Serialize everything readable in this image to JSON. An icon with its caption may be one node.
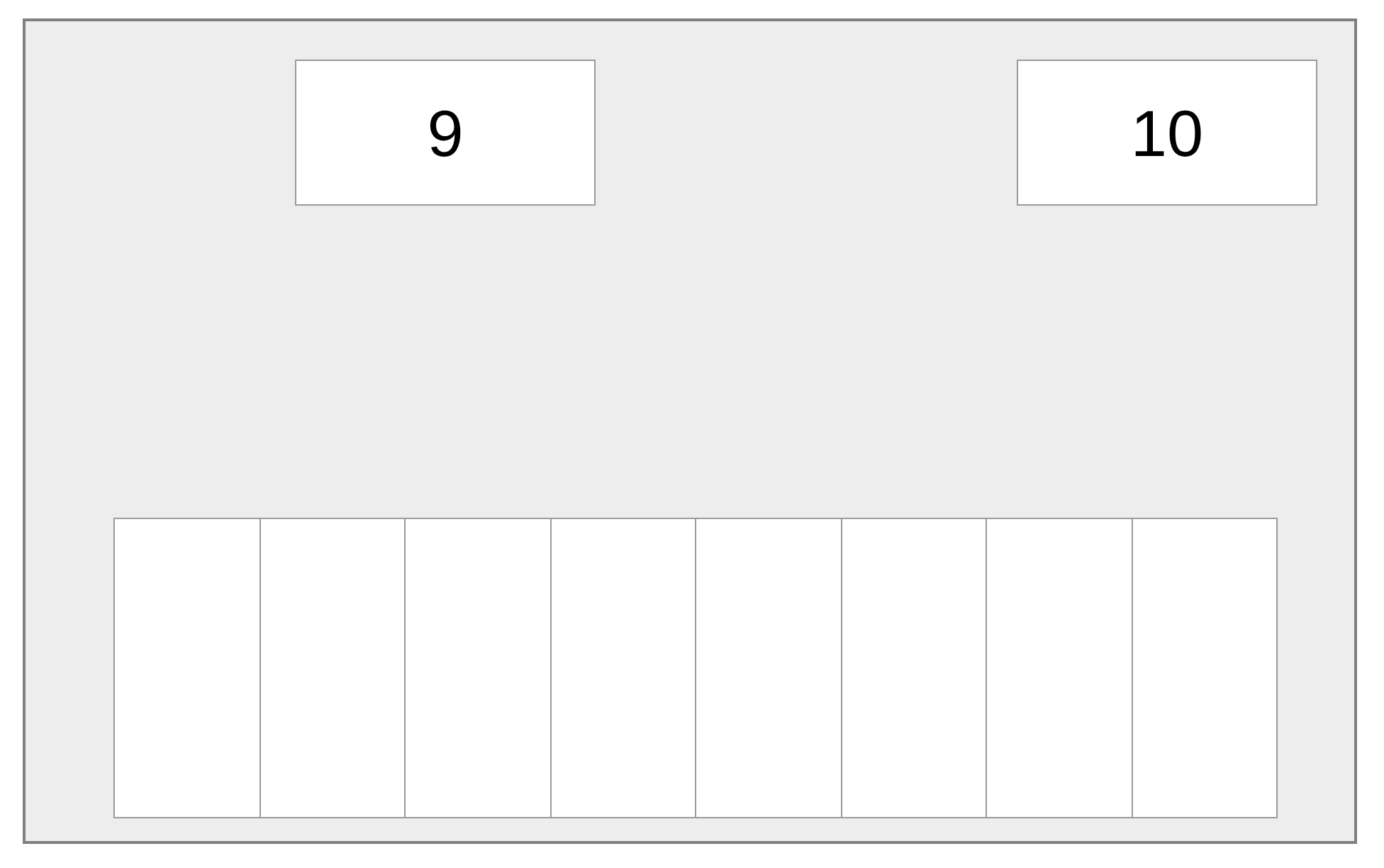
{
  "diagram": {
    "nodes": [
      {
        "text": [],
        "shape": "box"
      },
      {
        "text": [
          "9"
        ],
        "in": 0
      },
      {
        "text": [
          "10"
        ],
        "in": 0
      },
      {
        "text": [],
        "shape": "box",
        "in": 0
      },
      {
        "text": [],
        "shape": "box",
        "in": 0
      },
      {
        "text": [],
        "shape": "box",
        "in": 0
      },
      {
        "text": [],
        "shape": "box",
        "in": 0
      },
      {
        "text": [],
        "shape": "box",
        "in": 0
      },
      {
        "text": [],
        "shape": "box",
        "in": 0
      },
      {
        "text": [],
        "shape": "box",
        "in": 0
      },
      {
        "text": [],
        "shape": "box",
        "in": 0
      }
    ]
  }
}
